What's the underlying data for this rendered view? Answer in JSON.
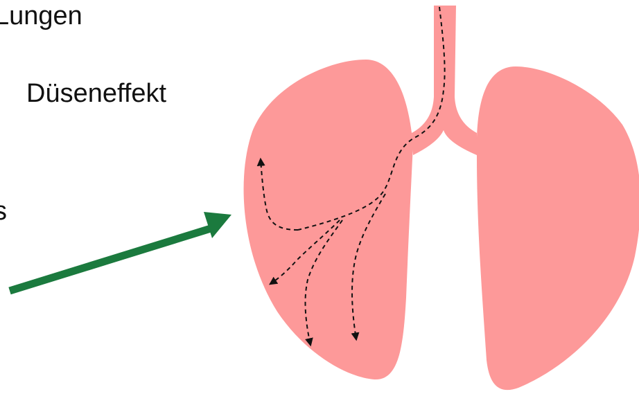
{
  "labels": {
    "title": "Lungen",
    "nozzle_effect": "Düseneffekt",
    "cut_letter": "s"
  },
  "colors": {
    "lung": "#fd9999",
    "arrow": "#1b7a3e",
    "airflow": "#111111"
  }
}
